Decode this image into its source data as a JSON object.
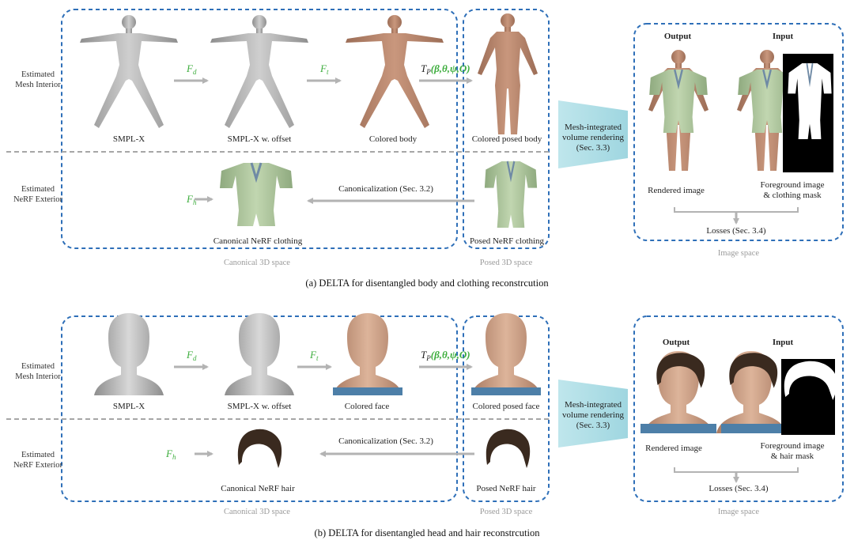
{
  "panel_a": {
    "caption": "(a) DELTA for disentangled body and clothing reconstrcution",
    "row_top_label": [
      "Estimated",
      "Mesh Interior"
    ],
    "row_bottom_label": [
      "Estimated",
      "NeRF Exterior"
    ],
    "fd": "F",
    "fd_sub": "d",
    "ft": "F",
    "ft_sub": "t",
    "fh": "F",
    "fh_sub": "h",
    "tp_prefix": "T",
    "tp_sub": "P",
    "tp_args": "(β,θ,ψ,O)",
    "items": [
      "SMPL-X",
      "SMPL-X w. offset",
      "Colored body",
      "Colored posed body"
    ],
    "canon_item": "Canonical NeRF clothing",
    "posed_item": "Posed NeRF clothing",
    "canonicalization": "Canonicalization (Sec. 3.2)",
    "render_box": [
      "Mesh-integrated",
      "volume rendering",
      "(Sec. 3.3)"
    ],
    "output": "Output",
    "input": "Input",
    "rendered": "Rendered image",
    "foreground": [
      "Foreground image",
      "& clothing mask"
    ],
    "losses": "Losses (Sec. 3.4)",
    "space_canonical": "Canonical 3D space",
    "space_posed": "Posed 3D space",
    "space_image": "Image space"
  },
  "panel_b": {
    "caption": "(b) DELTA for disentangled head and hair reconstrcution",
    "row_top_label": [
      "Estimated",
      "Mesh Interior"
    ],
    "row_bottom_label": [
      "Estimated",
      "NeRF Exterior"
    ],
    "fd": "F",
    "fd_sub": "d",
    "ft": "F",
    "ft_sub": "t",
    "fh": "F",
    "fh_sub": "h",
    "tp_prefix": "T",
    "tp_sub": "P",
    "tp_args": "(β,θ,ψ,O)",
    "items": [
      "SMPL-X",
      "SMPL-X w. offset",
      "Colored face",
      "Colored posed face"
    ],
    "canon_item": "Canonical NeRF hair",
    "posed_item": "Posed NeRF hair",
    "canonicalization": "Canonicalization (Sec. 3.2)",
    "render_box": [
      "Mesh-integrated",
      "volume rendering",
      "(Sec. 3.3)"
    ],
    "output": "Output",
    "input": "Input",
    "rendered": "Rendered image",
    "foreground": [
      "Foreground image",
      "& hair mask"
    ],
    "losses": "Losses (Sec. 3.4)",
    "space_canonical": "Canonical 3D space",
    "space_posed": "Posed 3D space",
    "space_image": "Image space"
  },
  "colors": {
    "box_blue": "#2e6fb8",
    "arrow_gray": "#b3b3b3",
    "label_green": "#3fae3f",
    "render_teal": "#a9dde6",
    "mesh_gray": "#a9a9a9",
    "skin": "#b98a70",
    "clothing_green": "#a8c197"
  },
  "icons": [
    "body-mesh-icon",
    "head-mesh-icon",
    "clothing-icon",
    "hair-icon",
    "mask-icon"
  ]
}
